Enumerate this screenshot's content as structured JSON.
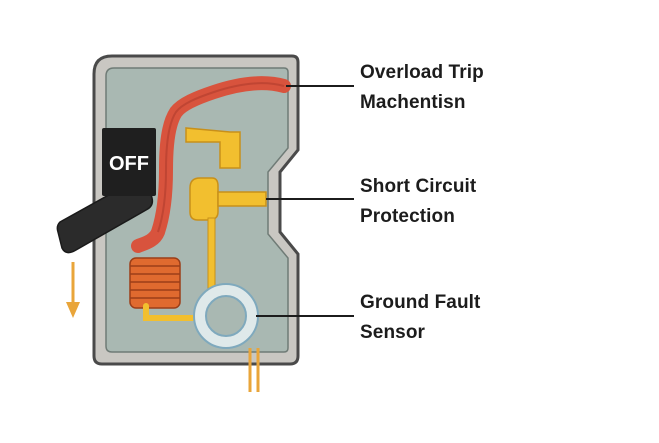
{
  "switch": {
    "state_label": "OFF"
  },
  "callouts": [
    {
      "line1": "Overload Trip",
      "line2": "Machentisn"
    },
    {
      "line1": "Short Circuit",
      "line2": "Protection"
    },
    {
      "line1": "Ground Fault",
      "line2": "Sensor"
    }
  ],
  "colors": {
    "housing_outline": "#4a4a4a",
    "housing_fill": "#c9c7c2",
    "panel_fill": "#a9b8b2",
    "lever": "#2b2b2b",
    "heater_strip": "#d8533d",
    "trip_mechanism": "#f2bf2f",
    "coil": "#e06a2f",
    "ground_sensor": "#dfe9ea",
    "arrow": "#e9a53a"
  }
}
